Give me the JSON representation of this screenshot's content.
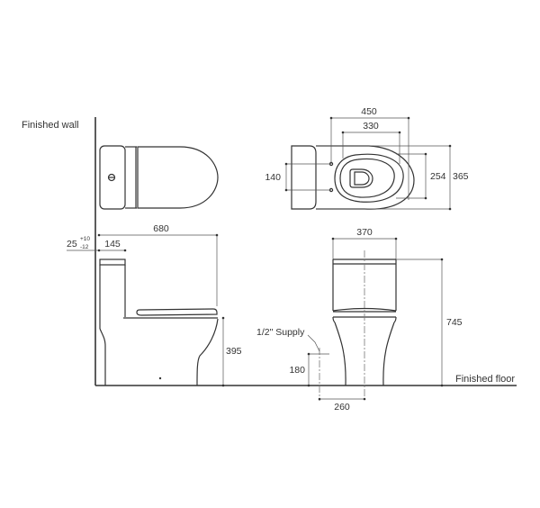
{
  "labels": {
    "finished_wall": "Finished wall",
    "finished_floor": "Finished floor",
    "supply": "1/2\" Supply"
  },
  "top_view_right": {
    "dim_overall_length": "450",
    "dim_bowl_length": "330",
    "dim_supply_spacing": "140",
    "dim_bowl_width": "254",
    "dim_overall_width": "365"
  },
  "side_view_left": {
    "dim_wall_offset": "25",
    "dim_wall_offset_tol_plus": "+10",
    "dim_wall_offset_tol_minus": "-12",
    "dim_tank_depth": "145",
    "dim_overall_depth": "680",
    "dim_seat_height": "395"
  },
  "front_view_right": {
    "dim_tank_width": "370",
    "dim_overall_height": "745",
    "dim_supply_height": "180",
    "dim_supply_offset": "260"
  },
  "colors": {
    "line": "#333333",
    "dimension": "#555555",
    "background": "#ffffff"
  }
}
